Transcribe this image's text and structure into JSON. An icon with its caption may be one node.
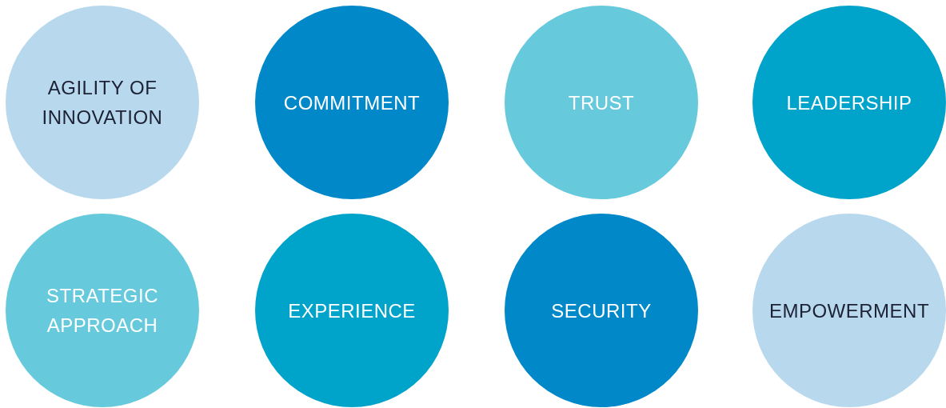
{
  "diagram": {
    "nodes": [
      {
        "text": [
          "AGILITY OF INNOVATION"
        ]
      },
      {
        "text": [
          "COMMITMENT"
        ]
      },
      {
        "text": [
          "TRUST"
        ]
      },
      {
        "text": [
          "LEADERSHIP"
        ]
      },
      {
        "text": [
          "STRATEGIC APPROACH"
        ]
      },
      {
        "text": [
          "EXPERIENCE"
        ]
      },
      {
        "text": [
          "SECURITY"
        ]
      },
      {
        "text": [
          "EMPOWERMENT"
        ]
      }
    ]
  }
}
